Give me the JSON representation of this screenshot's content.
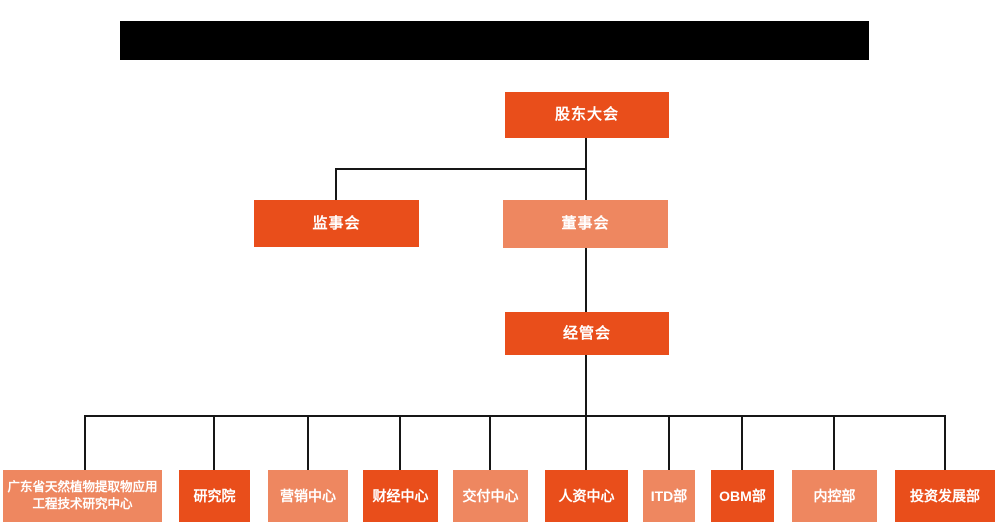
{
  "title_bar": {
    "type": "redacted-black-bar",
    "color": "#000000"
  },
  "colors": {
    "primary_orange": "#E94E1B",
    "secondary_orange": "#EE8760",
    "connector_line": "#161616",
    "node_text": "#ffffff",
    "background": "#ffffff"
  },
  "org_chart": {
    "root": {
      "label": "股东大会",
      "variant": "primary"
    },
    "level2": [
      {
        "label": "监事会",
        "variant": "primary"
      },
      {
        "label": "董事会",
        "variant": "secondary"
      }
    ],
    "level3": {
      "label": "经管会",
      "variant": "primary"
    },
    "departments": [
      {
        "label": "广东省天然植物提取物应用工程技术研究中心",
        "variant": "secondary"
      },
      {
        "label": "研究院",
        "variant": "primary"
      },
      {
        "label": "营销中心",
        "variant": "secondary"
      },
      {
        "label": "财经中心",
        "variant": "primary"
      },
      {
        "label": "交付中心",
        "variant": "secondary"
      },
      {
        "label": "人资中心",
        "variant": "primary"
      },
      {
        "label": "ITD部",
        "variant": "secondary"
      },
      {
        "label": "OBM部",
        "variant": "primary"
      },
      {
        "label": "内控部",
        "variant": "secondary"
      },
      {
        "label": "投资发展部",
        "variant": "primary"
      }
    ]
  }
}
